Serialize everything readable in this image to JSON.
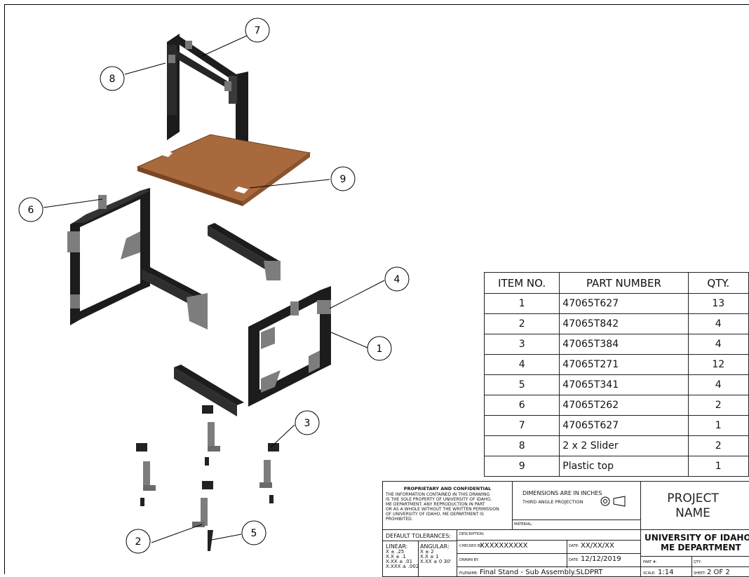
{
  "balloons": [
    "1",
    "2",
    "3",
    "4",
    "5",
    "6",
    "7",
    "8",
    "9"
  ],
  "bom": {
    "headers": {
      "item": "ITEM NO.",
      "part": "PART NUMBER",
      "qty": "QTY."
    },
    "rows": [
      {
        "item": "1",
        "part": "47065T627",
        "qty": "13"
      },
      {
        "item": "2",
        "part": "47065T842",
        "qty": "4"
      },
      {
        "item": "3",
        "part": "47065T384",
        "qty": "4"
      },
      {
        "item": "4",
        "part": "47065T271",
        "qty": "12"
      },
      {
        "item": "5",
        "part": "47065T341",
        "qty": "4"
      },
      {
        "item": "6",
        "part": "47065T262",
        "qty": "2"
      },
      {
        "item": "7",
        "part": "47065T627",
        "qty": "1"
      },
      {
        "item": "8",
        "part": "2 x 2 Slider",
        "qty": "2"
      },
      {
        "item": "9",
        "part": "Plastic top",
        "qty": "1"
      }
    ]
  },
  "title_block": {
    "proprietary_title": "PROPRIETARY AND CONFIDENTIAL",
    "proprietary_lines": [
      "THE INFORMATION CONTAINED IN THIS DRAWING",
      "IS THE SOLE PROPERTY OF UNIVERSITY OF IDAHO,",
      "ME DEPARTMENT.  ANY REPRODUCTION IN PART",
      "OR AS A WHOLE WITHOUT THE WRITTEN PERMISSION",
      "OF UNIVERSITY OF IDAHO, ME DEPARTMENT IS",
      "PROHIBITED."
    ],
    "dimensions_line1": "DIMENSIONS ARE IN INCHES",
    "dimensions_line2": "THIRD ANGLE PROJECTION",
    "material_label": "MATERIAL:",
    "project_line1": "PROJECT",
    "project_line2": "NAME",
    "default_tolerances": "DEFAULT TOLERANCES:",
    "description_label": "DESCRIPTION:",
    "linear_label": "LINEAR:",
    "linear_values": [
      "X ± .25",
      "X.X ± .1",
      "X.XX ± .01",
      "X.XXX ± .002"
    ],
    "angular_label": "ANGULAR:",
    "angular_values": [
      "X ± 2",
      "X.X ± 1",
      "X.XX ± 0 30'"
    ],
    "checked_by_label": "CHECKED BY:",
    "checked_by_value": "XXXXXXXXXX",
    "date_label": "DATE:",
    "date_checked": "XX/XX/XX",
    "drawn_by_label": "DRAWN BY:",
    "date_drawn": "12/12/2019",
    "filename_label": "FILENAME:",
    "filename_value": "Final Stand - Sub Assembly.SLDPRT",
    "university": "UNIVERSITY OF IDAHO",
    "department": "ME DEPARTMENT",
    "part_no_label": "PART #:",
    "qty_label": "QTY:",
    "scale_label": "SCALE:",
    "scale_value": "1:14",
    "sheet_label": "SHEET:",
    "sheet_value": "2 OF 2"
  },
  "colors": {
    "frame": "#1c1c1c",
    "bracket": "#7d7d7d",
    "plate": "#a86a3c",
    "line": "#000000"
  }
}
